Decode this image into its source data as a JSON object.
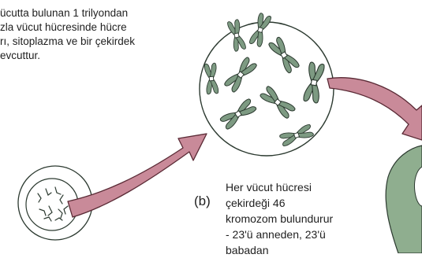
{
  "intro": {
    "lines": [
      "ücutta bulunan 1 trilyondan",
      "zla vücut hücresinde hücre",
      "rı, sitoplazma ve bir çekirdek",
      "evcuttur."
    ]
  },
  "panel_b": {
    "label": "(b)",
    "lines": [
      "Her vücut hücresi",
      "çekirdeği 46",
      "kromozom bulundurur",
      "- 23'ü anneden, 23'ü",
      "babadan"
    ]
  },
  "colors": {
    "chromosome": "#7d9a82",
    "chromosome_stroke": "#2c3a30",
    "arrow_fill": "#c98a99",
    "arrow_stroke": "#5a2a35",
    "cell_green": "#8fae8f"
  }
}
